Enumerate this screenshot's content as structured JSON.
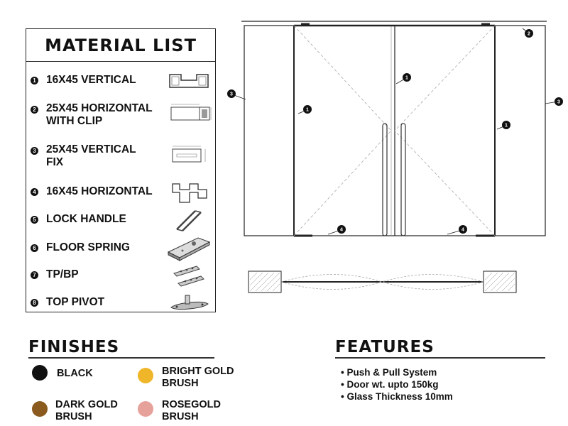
{
  "material_list": {
    "title": "MATERIAL LIST",
    "items": [
      {
        "num": "1",
        "label": "16X45 VERTICAL",
        "icon": "vertical-profile-icon"
      },
      {
        "num": "2",
        "label": "25X45 HORIZONTAL\nWITH CLIP",
        "icon": "horizontal-clip-profile-icon"
      },
      {
        "num": "3",
        "label": "25X45 VERTICAL\nFIX",
        "icon": "vertical-fix-profile-icon"
      },
      {
        "num": "4",
        "label": "16X45 HORIZONTAL",
        "icon": "horizontal-profile-icon"
      },
      {
        "num": "5",
        "label": "LOCK HANDLE",
        "icon": "lock-handle-icon"
      },
      {
        "num": "6",
        "label": "FLOOR SPRING",
        "icon": "floor-spring-icon"
      },
      {
        "num": "7",
        "label": "TP/BP",
        "icon": "tp-bp-icon"
      },
      {
        "num": "8",
        "label": "TOP PIVOT",
        "icon": "top-pivot-icon"
      }
    ]
  },
  "drawing": {
    "callouts": [
      "1",
      "1",
      "1",
      "2",
      "3",
      "3",
      "4",
      "4"
    ]
  },
  "finishes": {
    "title": "FINISHES",
    "items": [
      {
        "label": "BLACK",
        "color": "#111111"
      },
      {
        "label": "BRIGHT GOLD\nBRUSH",
        "color": "#f0b62a"
      },
      {
        "label": "DARK GOLD\nBRUSH",
        "color": "#8a5a1e"
      },
      {
        "label": "ROSEGOLD\nBRUSH",
        "color": "#e6a19a"
      }
    ]
  },
  "features": {
    "title": "FEATURES",
    "items": [
      "Push & Pull System",
      "Door wt. upto 150kg",
      "Glass Thickness 10mm"
    ]
  }
}
